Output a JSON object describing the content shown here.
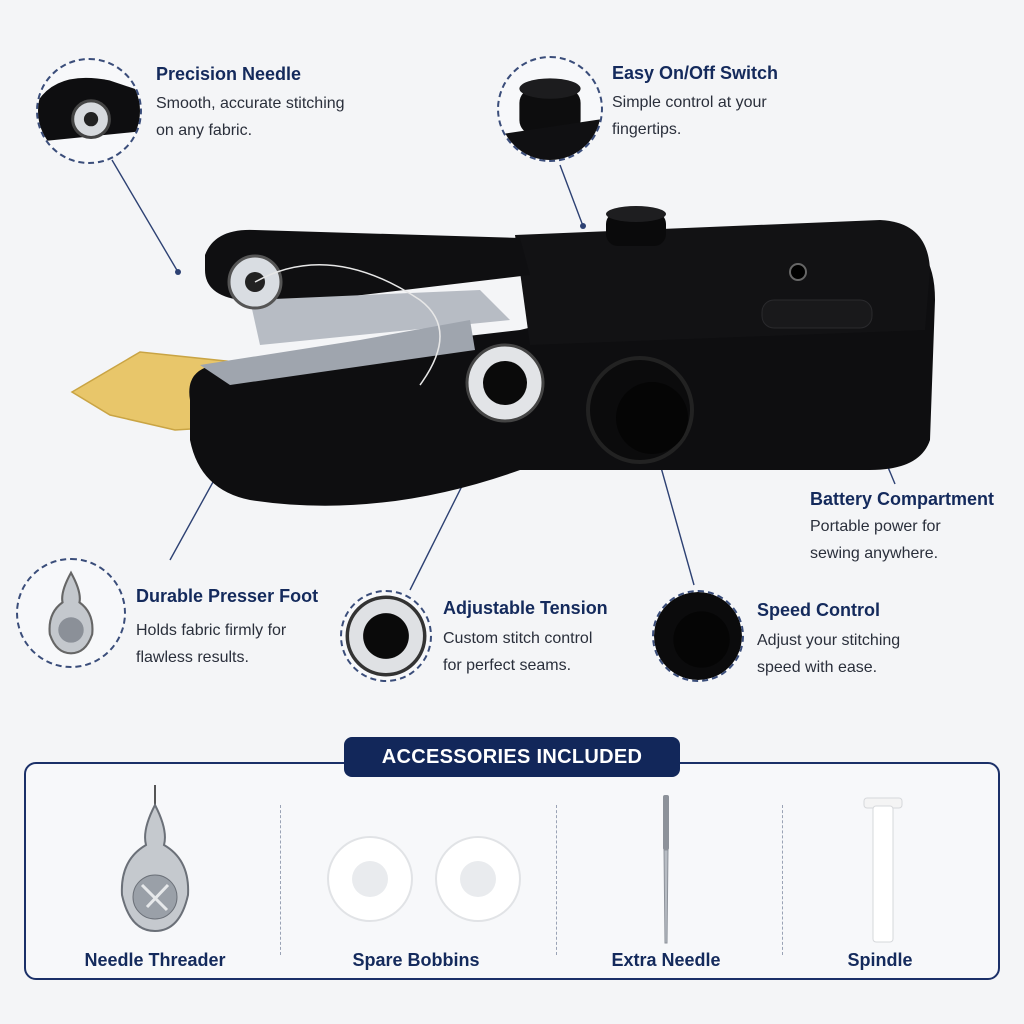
{
  "features": {
    "precision_needle": {
      "title": "Precision Needle",
      "desc_line1": "Smooth, accurate stitching",
      "desc_line2": "on any fabric."
    },
    "on_off_switch": {
      "title": "Easy On/Off Switch",
      "desc_line1": "Simple control at your",
      "desc_line2": "fingertips."
    },
    "battery_compartment": {
      "title": "Battery Compartment",
      "desc_line1": "Portable power for",
      "desc_line2": "sewing anywhere."
    },
    "presser_foot": {
      "title": "Durable Presser Foot",
      "desc_line1": "Holds fabric firmly for",
      "desc_line2": "flawless results."
    },
    "adjustable_tension": {
      "title": "Adjustable Tension",
      "desc_line1": "Custom stitch control",
      "desc_line2": "for perfect seams."
    },
    "speed_control": {
      "title": "Speed Control",
      "desc_line1": "Adjust your stitching",
      "desc_line2": "speed with ease."
    }
  },
  "accessories": {
    "heading": "ACCESSORIES INCLUDED",
    "items": [
      {
        "label": "Needle Threader",
        "icon": "needle-threader-icon"
      },
      {
        "label": "Spare Bobbins",
        "icon": "bobbin-icon"
      },
      {
        "label": "Extra Needle",
        "icon": "needle-icon"
      },
      {
        "label": "Spindle",
        "icon": "spindle-icon"
      }
    ]
  },
  "colors": {
    "navy": "#12275a",
    "body_black": "#0d0d0f",
    "fabric_yellow": "#e8c66a",
    "background": "#f4f5f7"
  }
}
